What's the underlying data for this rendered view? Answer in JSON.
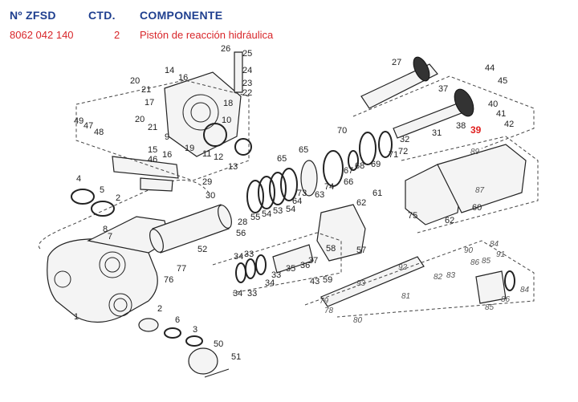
{
  "header": {
    "col_number": "Nº ZFSD",
    "col_qty": "CTD.",
    "col_component": "COMPONENTE"
  },
  "row": {
    "number": "8062 042 140",
    "qty": "2",
    "component": "Pistón de reacción hidráulica"
  },
  "highlight_color": "#e0201f",
  "header_color": "#1f3f8f",
  "callouts": {
    "highlighted": "39",
    "list": [
      "1",
      "2",
      "3",
      "4",
      "5",
      "6",
      "7",
      "8",
      "9",
      "10",
      "11",
      "12",
      "13",
      "14",
      "15",
      "16",
      "17",
      "18",
      "19",
      "20",
      "21",
      "22",
      "23",
      "24",
      "25",
      "26",
      "27",
      "28",
      "29",
      "30",
      "31",
      "32",
      "33",
      "34",
      "35",
      "36",
      "37",
      "38",
      "40",
      "41",
      "42",
      "43",
      "44",
      "45",
      "46",
      "47",
      "48",
      "49",
      "50",
      "51",
      "52",
      "53",
      "54",
      "55",
      "56",
      "57",
      "58",
      "59",
      "60",
      "61",
      "62",
      "63",
      "64",
      "65",
      "66",
      "67",
      "68",
      "69",
      "70",
      "71",
      "72",
      "73",
      "74",
      "75",
      "76",
      "77",
      "78",
      "79",
      "80",
      "81",
      "82",
      "83",
      "84",
      "85",
      "86",
      "87",
      "88",
      "89",
      "90",
      "91",
      "92",
      "93"
    ]
  }
}
